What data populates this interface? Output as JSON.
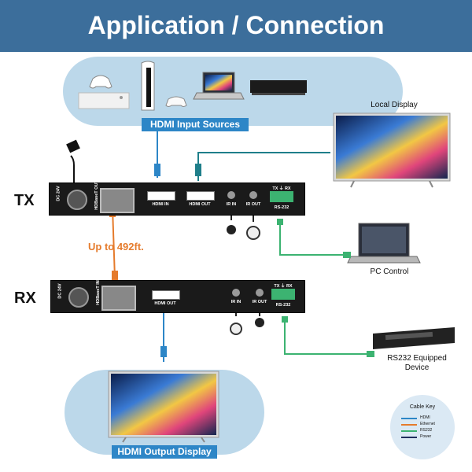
{
  "title": "Application / Connection",
  "labels": {
    "hdmi_input_sources": "HDMI Input Sources",
    "hdmi_output_display": "HDMI Output Display",
    "local_display": "Local Display",
    "pc_control": "PC Control",
    "rs232_device_line1": "RS232 Equipped",
    "rs232_device_line2": "Device",
    "distance": "Up to 492ft.",
    "tx": "TX",
    "rx": "RX"
  },
  "tx_box": {
    "dc": "DC 24V",
    "hdbaset": "HDBaseT OUT",
    "hdmi_in": "HDMI IN",
    "hdmi_out": "HDMI OUT",
    "ir_in": "IR IN",
    "ir_out": "IR OUT",
    "rs_top": "TX ⏚ RX",
    "rs_bottom": "RS-232"
  },
  "rx_box": {
    "dc": "DC 24V",
    "hdbaset": "HDBaseT IN",
    "hdmi_out": "HDMI OUT",
    "ir_in": "IR IN",
    "ir_out": "IR OUT",
    "rs_top": "TX ⏚ RX",
    "rs_bottom": "RS-232"
  },
  "cable_key": {
    "title": "Cable Key",
    "items": [
      {
        "name": "HDMI",
        "color": "#2d86c7"
      },
      {
        "name": "Ethernet",
        "color": "#e57b2c"
      },
      {
        "name": "RS232",
        "color": "#3cb371"
      },
      {
        "name": "Power",
        "color": "#1f2d5c"
      }
    ]
  },
  "colors": {
    "header": "#3c6e9b",
    "pill": "#bcd8ea",
    "hdmi": "#2d86c7",
    "ethernet": "#e57b2c",
    "rs232": "#3cb371"
  }
}
